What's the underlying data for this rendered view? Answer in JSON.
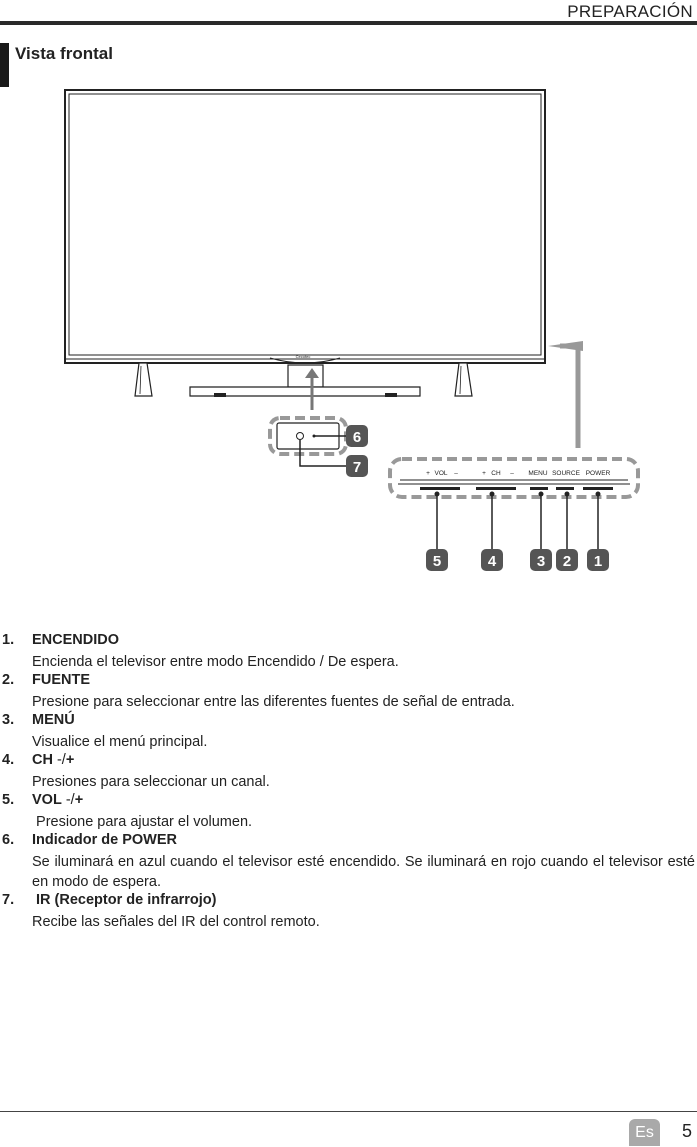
{
  "header": {
    "section_title": "PREPARACIÓN"
  },
  "subsection": {
    "title": "Vista frontal"
  },
  "diagram": {
    "brand_logo": "Cecotec",
    "button_labels": {
      "vol_plus": "+",
      "vol": "VOL",
      "vol_minus": "–",
      "ch_plus": "+",
      "ch": "CH",
      "ch_minus": "–",
      "menu": "MENU",
      "source": "SOURCE",
      "power": "POWER"
    },
    "callouts": [
      "1",
      "2",
      "3",
      "4",
      "5",
      "6",
      "7"
    ],
    "callout_color": "#555555"
  },
  "items": [
    {
      "num": "1.",
      "title": "ENCENDIDO",
      "suffix_plain": "",
      "suffix_bold": "",
      "desc": "Encienda el televisor entre modo Encendido / De espera."
    },
    {
      "num": "2.",
      "title": "FUENTE",
      "suffix_plain": "",
      "suffix_bold": "",
      "desc": "Presione para seleccionar entre las diferentes fuentes de señal de entrada."
    },
    {
      "num": "3.",
      "title": "MENÚ",
      "suffix_plain": "",
      "suffix_bold": "",
      "desc": "Visualice el menú principal."
    },
    {
      "num": "4.",
      "title": "CH",
      "suffix_plain": " -/",
      "suffix_bold": "+",
      "desc": "Presiones para seleccionar un canal."
    },
    {
      "num": "5.",
      "title": "VOL",
      "suffix_plain": " -/",
      "suffix_bold": "+",
      "desc": " Presione para ajustar el volumen."
    },
    {
      "num": "6.",
      "title": "Indicador de POWER",
      "suffix_plain": "",
      "suffix_bold": "",
      "desc": "Se iluminará en azul cuando el televisor esté encendido. Se iluminará en rojo cuando el televisor esté en modo de espera."
    },
    {
      "num": "7.",
      "title": " IR (Receptor de infrarrojo)",
      "suffix_plain": "",
      "suffix_bold": "",
      "desc": "Recibe las señales del IR del control remoto."
    }
  ],
  "footer": {
    "language": "Es",
    "page": "5"
  }
}
